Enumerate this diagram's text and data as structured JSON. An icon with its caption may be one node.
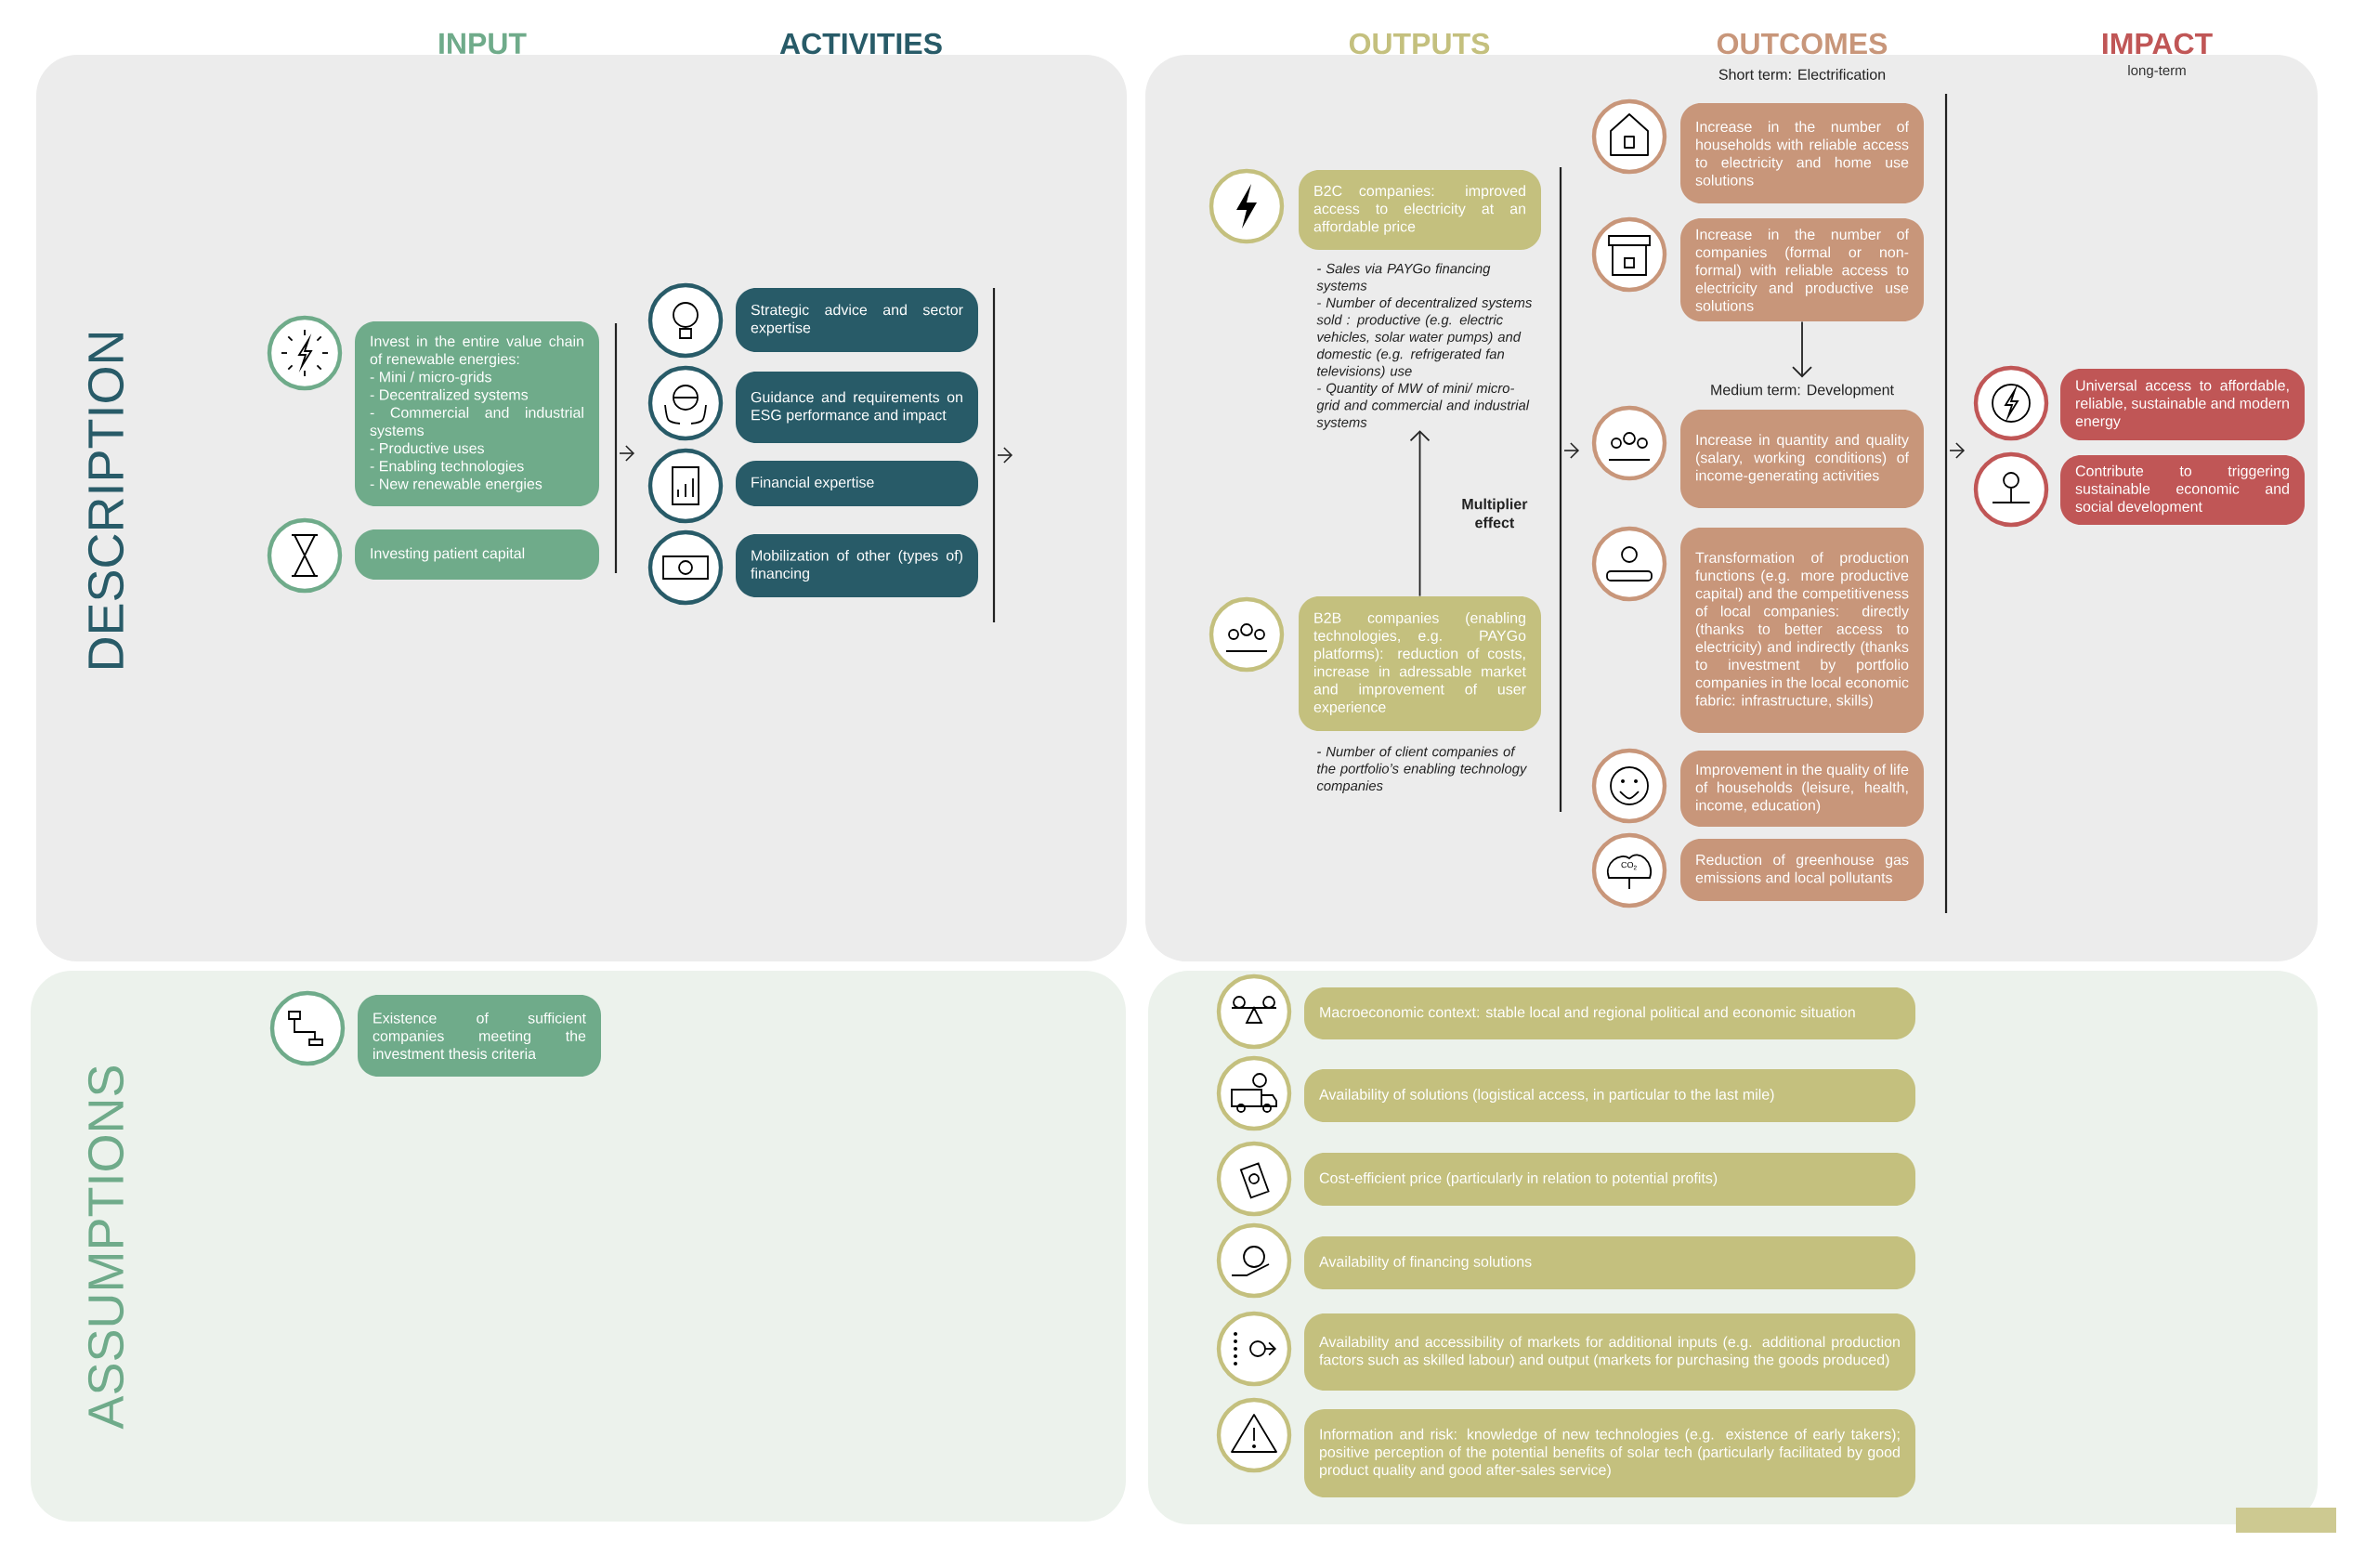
{
  "diagram": {
    "nodes": [
      {
        "text": [
          "Invest in the entire value chain of renewable energies:",
          "- Mini / micro-grids",
          "- Decentralized systems",
          "- Commercial and industrial systems",
          "- Productive uses",
          "- Enabling technologies",
          "- New renewable energies"
        ]
      },
      {
        "text": [
          "Investing patient capital"
        ]
      },
      {
        "text": [
          "Strategic advice and sector expertise"
        ]
      },
      {
        "text": [
          "Guidance and requirements on ESG performance and impact"
        ]
      },
      {
        "text": [
          "Financial expertise"
        ]
      },
      {
        "text": [
          "Mobilization of other (types of) financing"
        ]
      },
      {
        "text": [
          "B2C companies: improved access to electricity at an affordable price"
        ],
        "beside": [
          "- Sales via PAYGo financing systems",
          "- Number of decentralized systems sold : productive (e.g. electric vehicles, solar water pumps) and domestic (e.g. refrigerated fan televisions) use",
          "- Quantity of MW of mini/ micro-grid and commercial and industrial systems"
        ]
      },
      {
        "text": [
          "B2B companies (enabling technologies, e.g. PAYGo platforms): reduction of costs, increase in adressable market and improvement of user experience"
        ],
        "beside": [
          "- Number of client companies of the portfolio’s enabling technology companies"
        ]
      },
      {
        "text": [
          "Short term: Electrification",
          "Increase in the number of households with reliable access to electricity and home use solutions"
        ]
      },
      {
        "text": [
          "Increase in the number of companies (formal or non-formal) with reliable access to electricity and productive use solutions"
        ]
      },
      {
        "text": [
          "Medium term: Development",
          "Increase in quantity and quality (salary, working conditions) of income-generating activities"
        ]
      },
      {
        "text": [
          "Transformation of production functions (e.g. more productive capital) and the competitiveness of local companies: directly (thanks to better access to electricity) and indirectly (thanks to investment by portfolio companies in the local economic fabric: infrastructure, skills)"
        ]
      },
      {
        "text": [
          "Improvement in the quality of life of households (leisure, health, income, education)"
        ]
      },
      {
        "text": [
          "Reduction of greenhouse gas emissions and local pollutants"
        ]
      },
      {
        "text": [
          "Universal access to affordable, reliable, sustainable and modern energy"
        ]
      },
      {
        "text": [
          "Contribute to triggering sustainable economic and social development"
        ]
      },
      {
        "text": [
          "Existence of sufficient companies meeting the investment thesis criteria"
        ]
      },
      {
        "text": [
          "Macroeconomic context: stable local and regional political and economic situation"
        ]
      },
      {
        "text": [
          "Availability of solutions (logistical access, in particular to the last mile)"
        ]
      },
      {
        "text": [
          "Cost-efficient price (particularly in relation to potential profits)"
        ]
      },
      {
        "text": [
          "Availability of financing solutions"
        ]
      },
      {
        "text": [
          "Availability and accessibility of markets for additional inputs (e.g. additional production factors such as skilled labour) and output (markets for purchasing the goods produced)"
        ]
      },
      {
        "text": [
          "Information and risk: knowledge of new technologies (e.g. existence of early takers); positive perception of the potential benefits of solar tech (particularly facilitated by good product quality and good after-sales service)"
        ]
      }
    ],
    "edges": [
      {
        "from": 7,
        "to": 6,
        "arrow": "to",
        "label": "Multiplier effect"
      },
      {
        "from": 9,
        "to": 10,
        "arrow": "to"
      }
    ],
    "labels": [
      "INPUT",
      "ACTIVITIES",
      "OUTPUTS",
      "OUTCOMES",
      "IMPACT",
      "long-term",
      "DESCRIPTION",
      "ASSUMPTIONS",
      "CO$_{2}$"
    ]
  }
}
